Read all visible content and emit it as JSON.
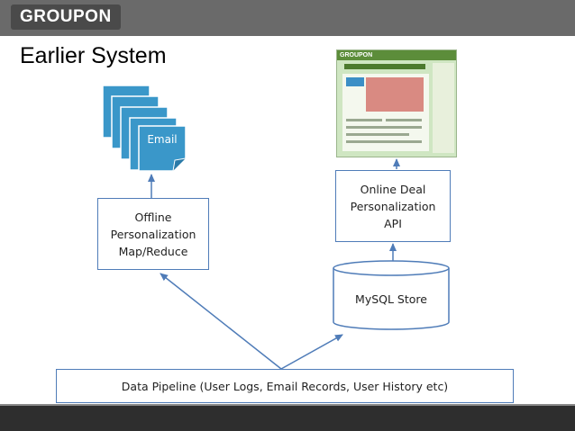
{
  "header": {
    "logo": "GROUPON"
  },
  "slide": {
    "title": "Earlier System"
  },
  "nodes": {
    "email": "Email",
    "offline": "Offline\nPersonalization\nMap/Reduce",
    "online_api": "Online Deal\nPersonalization\nAPI",
    "mysql": "MySQL Store",
    "pipeline": "Data Pipeline (User Logs, Email Records, User History etc)"
  },
  "colors": {
    "accent": "#4f7cb8",
    "email_fill": "#3a97c9",
    "header_bar": "#6a6a6a",
    "footer_bar": "#2e2e2e"
  },
  "icons": {
    "website": "groupon-deal-page-screenshot"
  }
}
